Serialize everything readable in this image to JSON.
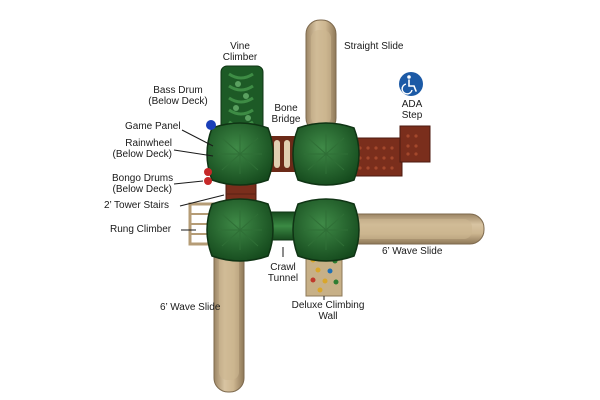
{
  "labels": {
    "vine_climber": [
      "Vine",
      "Climber"
    ],
    "straight_slide": "Straight Slide",
    "bass_drum": [
      "Bass Drum",
      "(Below Deck)"
    ],
    "bone_bridge": [
      "Bone",
      "Bridge"
    ],
    "ada_step": [
      "ADA",
      "Step"
    ],
    "game_panel": "Game Panel",
    "rainwheel": [
      "Rainwheel",
      "(Below Deck)"
    ],
    "bongo_drums": [
      "Bongo Drums",
      "(Below Deck)"
    ],
    "tower_stairs": "2’ Tower Stairs",
    "rung_climber": "Rung Climber",
    "wave_slide_right": "6’ Wave Slide",
    "crawl_tunnel": [
      "Crawl",
      "Tunnel"
    ],
    "wave_slide_left": "6’ Wave Slide",
    "deluxe_wall": [
      "Deluxe Climbing",
      "Wall"
    ]
  },
  "icons": {
    "ada": "wheelchair-icon"
  },
  "colors": {
    "deck_green": "#1d5a26",
    "slide_tan": "#c2ab89",
    "brown": "#7a2e1c",
    "ada_blue": "#1c5aa6"
  }
}
